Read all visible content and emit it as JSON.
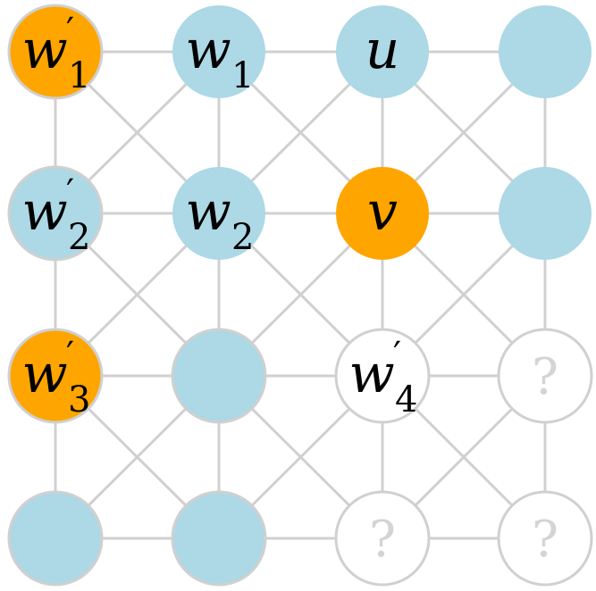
{
  "colors": {
    "blue": "#add8e6",
    "orange": "#ffa500",
    "white": "#ffffff",
    "edge": "#d0d0d0",
    "faded": "#d4d4d4"
  },
  "grid": {
    "rows": 4,
    "cols": 4,
    "edges": [
      [
        [
          0,
          0
        ],
        [
          0,
          1
        ]
      ],
      [
        [
          0,
          1
        ],
        [
          0,
          2
        ]
      ],
      [
        [
          0,
          2
        ],
        [
          0,
          3
        ]
      ],
      [
        [
          1,
          0
        ],
        [
          1,
          1
        ]
      ],
      [
        [
          1,
          1
        ],
        [
          1,
          2
        ]
      ],
      [
        [
          1,
          2
        ],
        [
          1,
          3
        ]
      ],
      [
        [
          2,
          0
        ],
        [
          2,
          1
        ]
      ],
      [
        [
          2,
          1
        ],
        [
          2,
          2
        ]
      ],
      [
        [
          2,
          2
        ],
        [
          2,
          3
        ]
      ],
      [
        [
          3,
          0
        ],
        [
          3,
          1
        ]
      ],
      [
        [
          3,
          1
        ],
        [
          3,
          2
        ]
      ],
      [
        [
          3,
          2
        ],
        [
          3,
          3
        ]
      ],
      [
        [
          0,
          0
        ],
        [
          1,
          0
        ]
      ],
      [
        [
          1,
          0
        ],
        [
          2,
          0
        ]
      ],
      [
        [
          2,
          0
        ],
        [
          3,
          0
        ]
      ],
      [
        [
          0,
          1
        ],
        [
          1,
          1
        ]
      ],
      [
        [
          1,
          1
        ],
        [
          2,
          1
        ]
      ],
      [
        [
          2,
          1
        ],
        [
          3,
          1
        ]
      ],
      [
        [
          0,
          2
        ],
        [
          1,
          2
        ]
      ],
      [
        [
          1,
          2
        ],
        [
          2,
          2
        ]
      ],
      [
        [
          2,
          2
        ],
        [
          3,
          2
        ]
      ],
      [
        [
          0,
          3
        ],
        [
          1,
          3
        ]
      ],
      [
        [
          1,
          3
        ],
        [
          2,
          3
        ]
      ],
      [
        [
          2,
          3
        ],
        [
          3,
          3
        ]
      ],
      [
        [
          0,
          0
        ],
        [
          1,
          1
        ]
      ],
      [
        [
          0,
          1
        ],
        [
          1,
          0
        ]
      ],
      [
        [
          0,
          1
        ],
        [
          1,
          2
        ]
      ],
      [
        [
          0,
          2
        ],
        [
          1,
          1
        ]
      ],
      [
        [
          0,
          2
        ],
        [
          1,
          3
        ]
      ],
      [
        [
          0,
          3
        ],
        [
          1,
          2
        ]
      ],
      [
        [
          1,
          0
        ],
        [
          2,
          1
        ]
      ],
      [
        [
          1,
          1
        ],
        [
          2,
          0
        ]
      ],
      [
        [
          1,
          1
        ],
        [
          2,
          2
        ]
      ],
      [
        [
          1,
          2
        ],
        [
          2,
          1
        ]
      ],
      [
        [
          1,
          2
        ],
        [
          2,
          3
        ]
      ],
      [
        [
          1,
          3
        ],
        [
          2,
          2
        ]
      ],
      [
        [
          2,
          0
        ],
        [
          3,
          1
        ]
      ],
      [
        [
          2,
          1
        ],
        [
          3,
          0
        ]
      ],
      [
        [
          2,
          1
        ],
        [
          3,
          2
        ]
      ],
      [
        [
          2,
          2
        ],
        [
          3,
          1
        ]
      ],
      [
        [
          2,
          2
        ],
        [
          3,
          3
        ]
      ],
      [
        [
          2,
          3
        ],
        [
          3,
          2
        ]
      ]
    ]
  },
  "nodes": [
    {
      "id": "w1p",
      "row": 0,
      "col": 0,
      "fill": "orange",
      "border": true,
      "base": "w",
      "prime": true,
      "sub": "1"
    },
    {
      "id": "w1",
      "row": 0,
      "col": 1,
      "fill": "blue",
      "border": false,
      "base": "w",
      "prime": false,
      "sub": "1"
    },
    {
      "id": "u",
      "row": 0,
      "col": 2,
      "fill": "blue",
      "border": false,
      "base": "u",
      "prime": false,
      "sub": ""
    },
    {
      "id": "n03",
      "row": 0,
      "col": 3,
      "fill": "blue",
      "border": false,
      "base": "",
      "prime": false,
      "sub": ""
    },
    {
      "id": "w2p",
      "row": 1,
      "col": 0,
      "fill": "blue",
      "border": true,
      "base": "w",
      "prime": true,
      "sub": "2"
    },
    {
      "id": "w2",
      "row": 1,
      "col": 1,
      "fill": "blue",
      "border": false,
      "base": "w",
      "prime": false,
      "sub": "2"
    },
    {
      "id": "v",
      "row": 1,
      "col": 2,
      "fill": "orange",
      "border": false,
      "base": "v",
      "prime": false,
      "sub": ""
    },
    {
      "id": "n13",
      "row": 1,
      "col": 3,
      "fill": "blue",
      "border": false,
      "base": "",
      "prime": false,
      "sub": ""
    },
    {
      "id": "w3p",
      "row": 2,
      "col": 0,
      "fill": "orange",
      "border": true,
      "base": "w",
      "prime": true,
      "sub": "3"
    },
    {
      "id": "n21",
      "row": 2,
      "col": 1,
      "fill": "blue",
      "border": true,
      "base": "",
      "prime": false,
      "sub": ""
    },
    {
      "id": "w4p",
      "row": 2,
      "col": 2,
      "fill": "white",
      "border": true,
      "base": "w",
      "prime": true,
      "sub": "4"
    },
    {
      "id": "q23",
      "row": 2,
      "col": 3,
      "fill": "white",
      "border": true,
      "base": "?",
      "prime": false,
      "sub": "",
      "faded": true
    },
    {
      "id": "n30",
      "row": 3,
      "col": 0,
      "fill": "blue",
      "border": true,
      "base": "",
      "prime": false,
      "sub": ""
    },
    {
      "id": "n31",
      "row": 3,
      "col": 1,
      "fill": "blue",
      "border": true,
      "base": "",
      "prime": false,
      "sub": ""
    },
    {
      "id": "q32",
      "row": 3,
      "col": 2,
      "fill": "white",
      "border": true,
      "base": "?",
      "prime": false,
      "sub": "",
      "faded": true
    },
    {
      "id": "q33",
      "row": 3,
      "col": 3,
      "fill": "white",
      "border": true,
      "base": "?",
      "prime": false,
      "sub": "",
      "faded": true
    }
  ]
}
